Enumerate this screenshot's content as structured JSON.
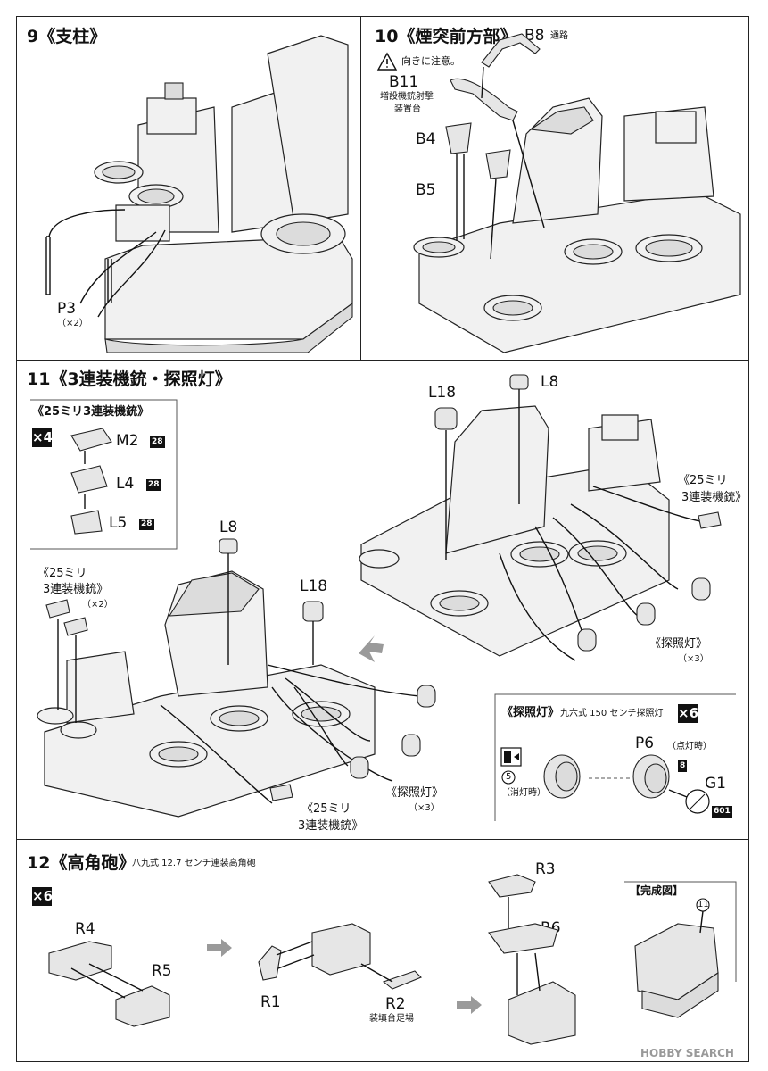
{
  "step9": {
    "title": "9《支柱》",
    "part": "P3",
    "qty": "（×2）"
  },
  "step10": {
    "title": "10《煙突前方部》",
    "b8": "B8",
    "b8_note": "通路",
    "caution": "向きに注意。",
    "b11": "B11",
    "b11_note1": "増設機銃射撃",
    "b11_note2": "装置台",
    "b4": "B4",
    "b5": "B5"
  },
  "step11": {
    "title": "11《3連装機銃・探照灯》",
    "inset_title": "《25ミリ3連装機銃》",
    "x4": "×4",
    "m2": "M2",
    "l4": "L4",
    "l5": "L5",
    "badge28": "28",
    "l8": "L8",
    "l18": "L18",
    "aa_left_1": "《25ミリ",
    "aa_left_2": "3連装機銃》",
    "aa_left_qty": "（×2）",
    "aa_right_1": "《25ミリ",
    "aa_right_2": "3連装機銃》",
    "aa_bottom_1": "《25ミリ",
    "aa_bottom_2": "3連装機銃》",
    "sl_right": "《探照灯》",
    "sl_right_qty": "（×3）",
    "sl_bottom": "《探照灯》",
    "sl_bottom_qty": "（×3）",
    "sl_inset_title": "《探照灯》",
    "sl_inset_sub": "九六式 150 センチ探照灯",
    "x6": "×6",
    "p6": "P6",
    "p6_note": "（点灯時）",
    "badge8": "8",
    "g1": "G1",
    "badge601": "601",
    "circle5": "5",
    "off_note": "（消灯時）"
  },
  "step12": {
    "title": "12《高角砲》",
    "subtitle": "八九式 12.7 センチ連装高角砲",
    "x6": "×6",
    "r4": "R4",
    "r5": "R5",
    "r1": "R1",
    "r2": "R2",
    "r2_note": "装填台足場",
    "r3": "R3",
    "r6": "R6",
    "complete": "【完成図】",
    "circle11": "11"
  },
  "watermark": "HOBBY SEARCH"
}
